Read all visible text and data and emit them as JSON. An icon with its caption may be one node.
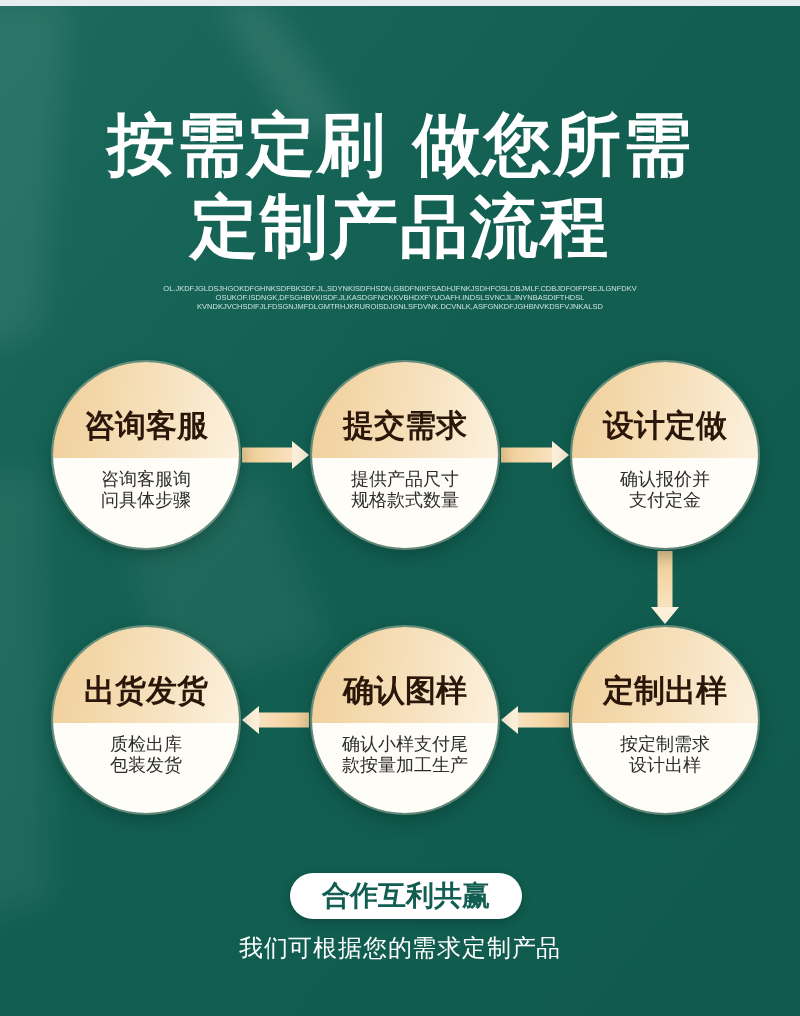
{
  "diagram": {
    "title": "按需定刷 做您所需定制产品流程",
    "nodes": [
      {
        "text": [
          "咨询客服",
          "咨询客服询问具体步骤"
        ]
      },
      {
        "text": [
          "提交需求",
          "提供产品尺寸规格款式数量"
        ]
      },
      {
        "text": [
          "设计定做",
          "确认报价并支付定金"
        ]
      },
      {
        "text": [
          "出货发货",
          "质检出库包装发货"
        ]
      },
      {
        "text": [
          "确认图样",
          "确认小样支付尾款按量加工生产"
        ]
      },
      {
        "text": [
          "定制出样",
          "按定制需求设计出样"
        ]
      },
      {
        "text": [
          "合作互利共赢"
        ]
      }
    ],
    "edges": [
      {
        "from": 0,
        "to": 1,
        "arrow": "to"
      },
      {
        "from": 1,
        "to": 2,
        "arrow": "to"
      },
      {
        "from": 2,
        "to": 5,
        "arrow": "to"
      },
      {
        "from": 5,
        "to": 4,
        "arrow": "to"
      },
      {
        "from": 4,
        "to": 3,
        "arrow": "to"
      }
    ],
    "labels": [
      "OL.JKDFJGLDSJHGOKDFGHNKSDFBKSDF.JL,SDYNKISDFHSDN,GBDFNIKFSADHJFNKJSDHFOSLDBJMLF.CDBJDFOIFPSEJLGNFDKV OSUKOF.ISDNGK,DFSGHBVKISDF.JLKASDGFNCKKVBHDXFYUOAFH.INDSLSVNCJLJNYNBASDIFTHDSL KVNDKJVCHSDIFJLFDSGNJMFDLGMTRHJKRUROISDJGNLSFDVNK.DCVNLK,ASFGNKDFJGHBNVKDSFVJNKALSD",
      "我们可根据您的需求定制产品"
    ]
  }
}
